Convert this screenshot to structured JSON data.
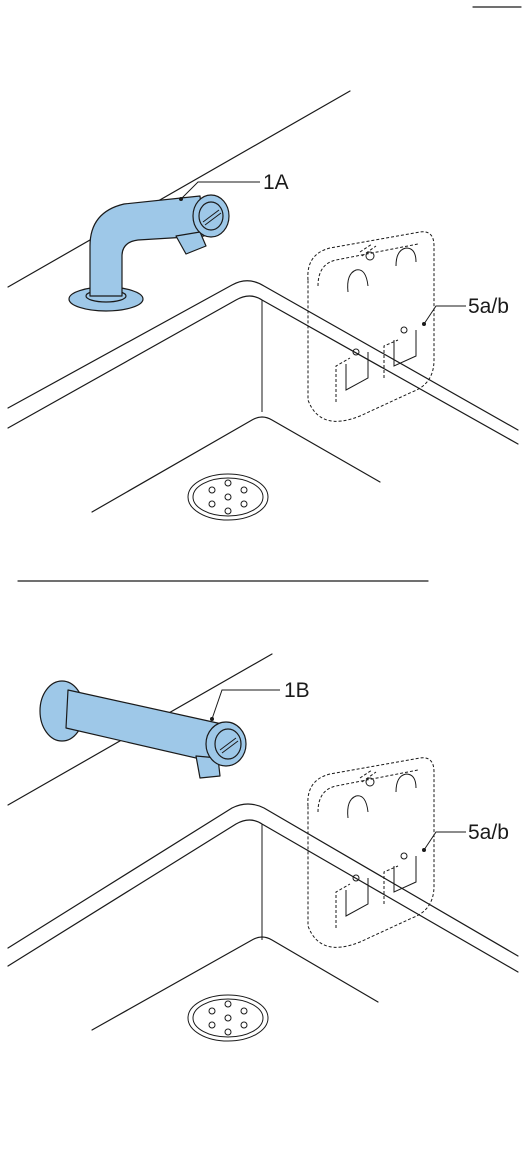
{
  "colors": {
    "faucet_fill": "#9ec8e8",
    "line": "#1a1a1a",
    "background": "#ffffff"
  },
  "panels": [
    {
      "faucet_type": "curved-spout",
      "faucet_label": "1A",
      "box_label": "5a/b"
    },
    {
      "faucet_type": "straight-spout",
      "faucet_label": "1B",
      "box_label": "5a/b"
    }
  ]
}
